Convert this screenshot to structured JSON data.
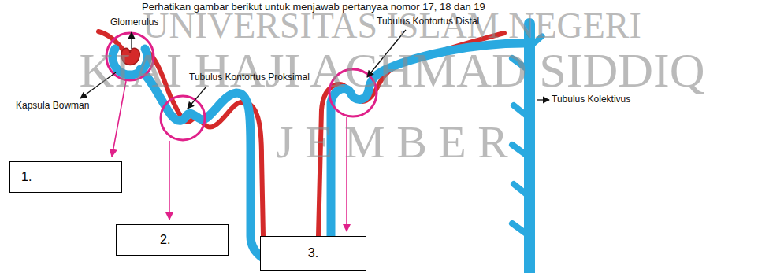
{
  "diagram": {
    "title": "Perhatikan gambar berikut untuk menjawab pertanyaa nomor 17, 18 dan 19",
    "nodes": [
      {
        "text": [
          "1."
        ]
      },
      {
        "text": [
          "2."
        ]
      },
      {
        "text": [
          "3."
        ]
      }
    ],
    "labels": [
      "UNIVERSITAS ISLAM NEGERI",
      "KIAI HAJI ACHMAD SIDDIQ",
      "J E M B E R",
      "Glomerulus",
      "Tubulus Kontortus Distal",
      "Tubulus Kontortus Proksimal",
      "Kapsula Bowman",
      "Tubulus Kolektivus"
    ]
  }
}
